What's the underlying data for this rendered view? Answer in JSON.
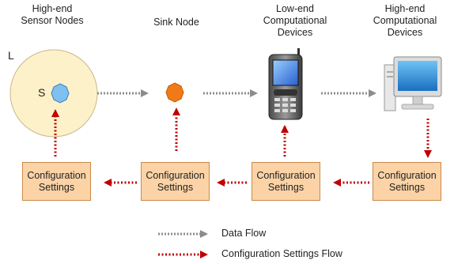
{
  "columns": [
    {
      "label_lines": [
        "High-end",
        "Sensor Nodes"
      ]
    },
    {
      "label_lines": [
        "Sink Node"
      ]
    },
    {
      "label_lines": [
        "Low-end",
        "Computational",
        "Devices"
      ]
    },
    {
      "label_lines": [
        "High-end",
        "Computational",
        "Devices"
      ]
    }
  ],
  "region_label": "L",
  "sensor_label": "S",
  "config_boxes": [
    {
      "lines": [
        "Configuration",
        "Settings"
      ]
    },
    {
      "lines": [
        "Configuration",
        "Settings"
      ]
    },
    {
      "lines": [
        "Configuration",
        "Settings"
      ]
    },
    {
      "lines": [
        "Configuration",
        "Settings"
      ]
    }
  ],
  "legend": {
    "data_flow": "Data Flow",
    "config_flow": "Configuration Settings Flow"
  },
  "colors": {
    "data_flow": "#8c8c8c",
    "config_flow": "#c00000",
    "region_fill": "#fdf1c9",
    "sensor_node": "#7fc0f0",
    "sink_node": "#f07a17",
    "config_box": "#fbd3a6"
  }
}
